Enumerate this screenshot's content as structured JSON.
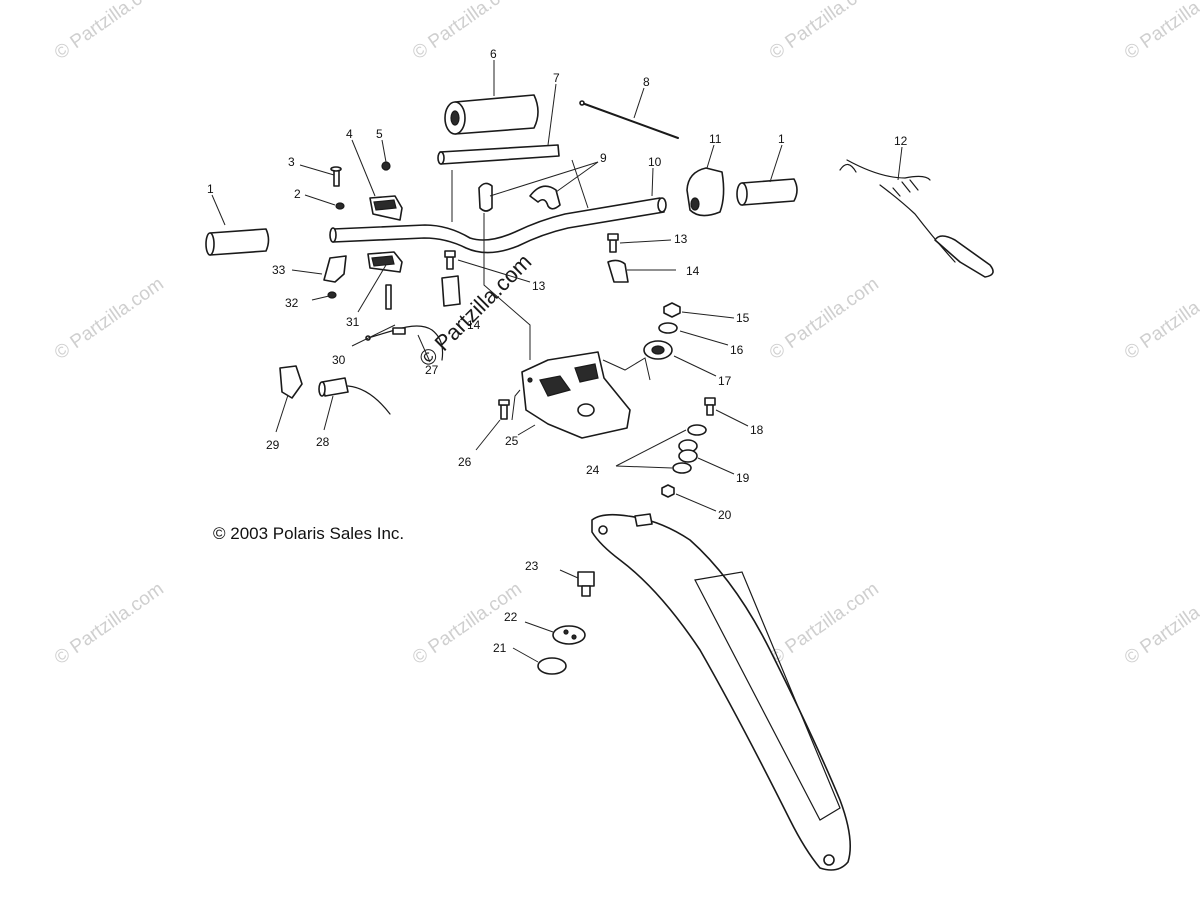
{
  "copyright": "© 2003 Polaris Sales Inc.",
  "watermark": "© Partzilla.com",
  "center_watermark": "© Partzilla.com",
  "colors": {
    "line": "#1a1a1a",
    "watermark": "#cfcfcf",
    "background": "#ffffff"
  },
  "callouts": {
    "c1a": "1",
    "c1b": "1",
    "c2": "2",
    "c3": "3",
    "c4": "4",
    "c5": "5",
    "c6": "6",
    "c7": "7",
    "c8": "8",
    "c9": "9",
    "c10": "10",
    "c11": "11",
    "c12": "12",
    "c13a": "13",
    "c13b": "13",
    "c14a": "14",
    "c14b": "14",
    "c15": "15",
    "c16": "16",
    "c17": "17",
    "c18": "18",
    "c19": "19",
    "c20": "20",
    "c21": "21",
    "c22": "22",
    "c23": "23",
    "c24": "24",
    "c25": "25",
    "c26": "26",
    "c27": "27",
    "c28": "28",
    "c29": "29",
    "c30": "30",
    "c31": "31",
    "c32": "32",
    "c33": "33"
  }
}
